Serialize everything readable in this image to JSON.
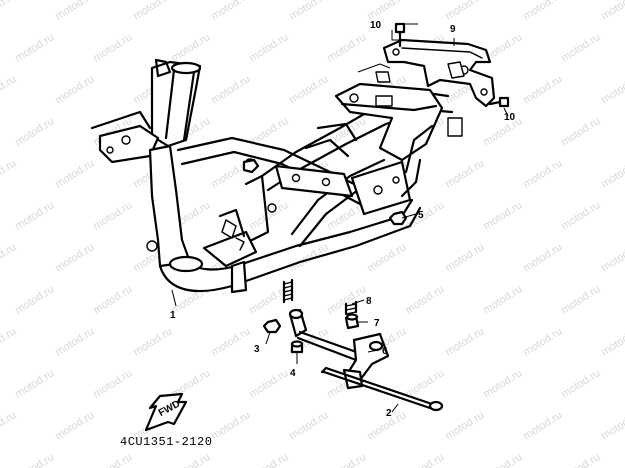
{
  "diagram": {
    "callouts": [
      {
        "id": "1",
        "label": "1"
      },
      {
        "id": "2",
        "label": "2"
      },
      {
        "id": "3",
        "label": "3"
      },
      {
        "id": "4",
        "label": "4"
      },
      {
        "id": "5",
        "label": "5"
      },
      {
        "id": "6",
        "label": "6"
      },
      {
        "id": "7",
        "label": "7"
      },
      {
        "id": "8",
        "label": "8"
      },
      {
        "id": "9",
        "label": "9"
      },
      {
        "id": "10a",
        "label": "10"
      },
      {
        "id": "10b",
        "label": "10"
      }
    ],
    "direction_label": "FWD",
    "catalog_code": "4CU1351-2120",
    "watermark": "motod.ru"
  }
}
